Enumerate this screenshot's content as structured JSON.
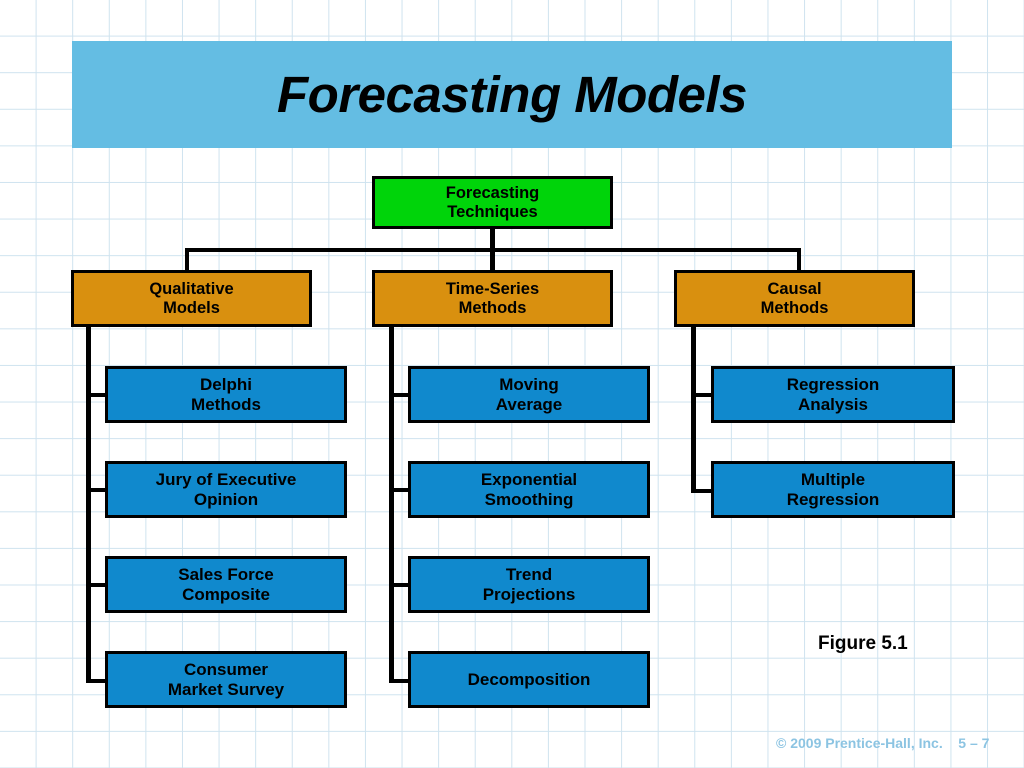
{
  "slide": {
    "title": "Forecasting Models",
    "figure_caption": "Figure 5.1",
    "footer": "© 2009 Prentice-Hall, Inc.    5 – 7",
    "colors": {
      "banner": "#64bde3",
      "root_node": "#00d40a",
      "category_node": "#d9900f",
      "leaf_node": "#1089cd",
      "connector": "#000000",
      "grid_line": "#cfe3ef",
      "background": "#ffffff",
      "footer_text": "#8cc4e2"
    }
  },
  "diagram": {
    "root": {
      "label": "Forecasting\nTechniques"
    },
    "branches": [
      {
        "id": "qualitative",
        "label": "Qualitative\nModels",
        "leaves": [
          {
            "id": "delphi-methods",
            "label": "Delphi\nMethods"
          },
          {
            "id": "jury-of-executive-opinion",
            "label": "Jury of Executive\nOpinion"
          },
          {
            "id": "sales-force-composite",
            "label": "Sales Force\nComposite"
          },
          {
            "id": "consumer-market-survey",
            "label": "Consumer\nMarket Survey"
          }
        ]
      },
      {
        "id": "time-series",
        "label": "Time-Series\nMethods",
        "leaves": [
          {
            "id": "moving-average",
            "label": "Moving\nAverage"
          },
          {
            "id": "exponential-smoothing",
            "label": "Exponential\nSmoothing"
          },
          {
            "id": "trend-projections",
            "label": "Trend\nProjections"
          },
          {
            "id": "decomposition",
            "label": "Decomposition"
          }
        ]
      },
      {
        "id": "causal",
        "label": "Causal\nMethods",
        "leaves": [
          {
            "id": "regression-analysis",
            "label": "Regression\nAnalysis"
          },
          {
            "id": "multiple-regression",
            "label": "Multiple\nRegression"
          }
        ]
      }
    ]
  }
}
